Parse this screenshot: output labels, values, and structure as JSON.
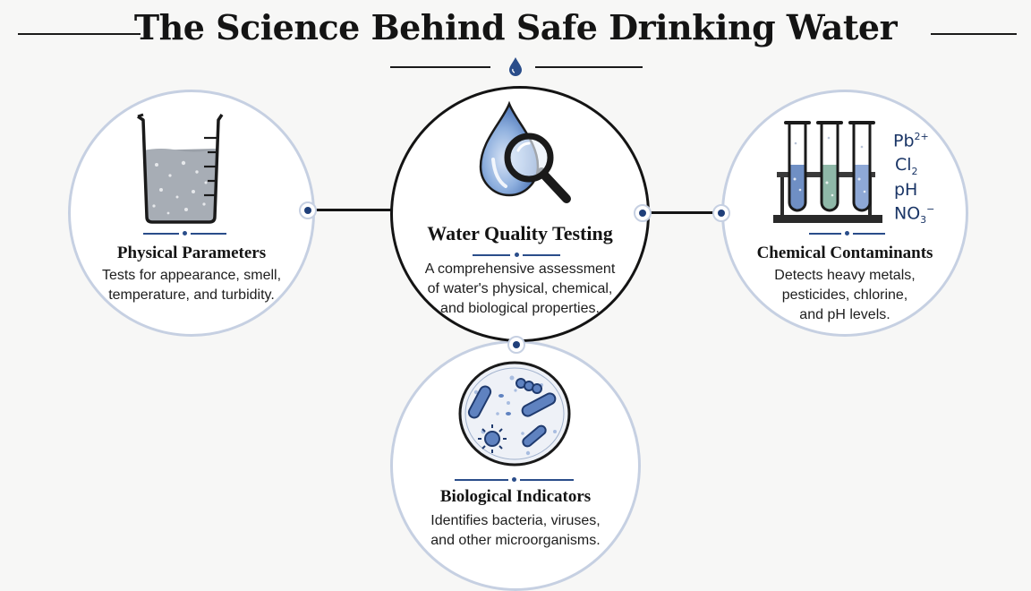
{
  "title": "The Science Behind Safe Drinking Water",
  "icons": {
    "title_drop": "water-drop",
    "center": "water-drop-magnifier",
    "left": "beaker",
    "right": "test-tubes",
    "bottom": "petri-dish-microbes"
  },
  "center": {
    "title": "Water Quality Testing",
    "description_lines": [
      "A comprehensive assessment",
      "of water's physical, chemical,",
      "and biological properties."
    ]
  },
  "physical": {
    "title": "Physical Parameters",
    "description_lines": [
      "Tests for appearance, smell,",
      "temperature, and turbidity."
    ]
  },
  "chemical": {
    "title": "Chemical Contaminants",
    "description_lines": [
      "Detects heavy metals,",
      "pesticides, chlorine,",
      "and pH levels."
    ],
    "formulas": {
      "pb": "Pb",
      "pb_charge": "2+",
      "cl": "Cl",
      "cl_sub": "2",
      "ph": "pH",
      "no": "NO",
      "no_sub": "3",
      "no_charge": "−"
    }
  },
  "biological": {
    "title": "Biological Indicators",
    "description_lines": [
      "Identifies bacteria, viruses,",
      "and other microorganisms."
    ]
  },
  "colors": {
    "accent": "#1f3f7a",
    "circle_border": "#c6d0e2",
    "drop": "#5c87c4"
  }
}
